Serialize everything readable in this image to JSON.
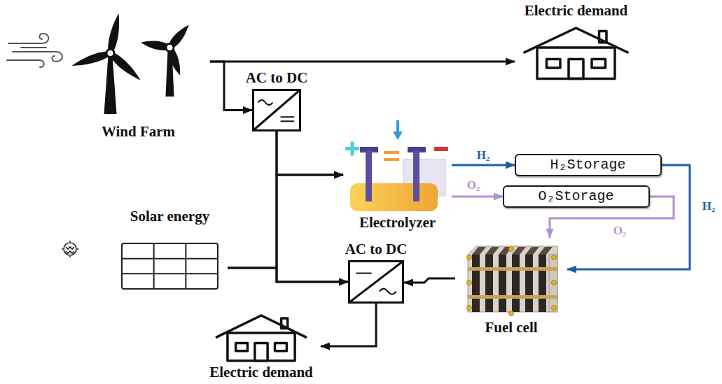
{
  "diagram": {
    "nodes": [
      {
        "text": [
          "Wind Farm"
        ]
      },
      {
        "text": [
          "Electric demand"
        ]
      },
      {
        "text": [
          "AC to DC"
        ]
      },
      {
        "text": [
          "Electrolyzer"
        ]
      },
      {
        "text": [
          "H₂Storage"
        ]
      },
      {
        "text": [
          "O₂Storage"
        ]
      },
      {
        "text": [
          "Solar energy"
        ]
      },
      {
        "text": [
          "AC to DC"
        ]
      },
      {
        "text": [
          "Fuel cell"
        ]
      },
      {
        "text": [
          "Electric demand"
        ]
      }
    ],
    "edges": [
      {
        "from": 0,
        "to": 1,
        "arrow": "to"
      },
      {
        "from": 0,
        "to": 2,
        "arrow": "to"
      },
      {
        "from": 2,
        "to": 3,
        "arrow": "to"
      },
      {
        "from": 2,
        "to": 7,
        "arrow": "to"
      },
      {
        "from": 6,
        "to": 3,
        "arrow": "to"
      },
      {
        "from": 6,
        "to": 7,
        "arrow": "to"
      },
      {
        "from": 3,
        "to": 4,
        "label": "H₂",
        "arrow": "to"
      },
      {
        "from": 3,
        "to": 5,
        "label": "O₂",
        "arrow": "to"
      },
      {
        "from": 4,
        "to": 8,
        "label": "H₂",
        "arrow": "to"
      },
      {
        "from": 5,
        "to": 8,
        "label": "O₂",
        "arrow": "to"
      },
      {
        "from": 8,
        "to": 7,
        "arrow": "to"
      },
      {
        "from": 7,
        "to": 9,
        "arrow": "to"
      }
    ]
  }
}
